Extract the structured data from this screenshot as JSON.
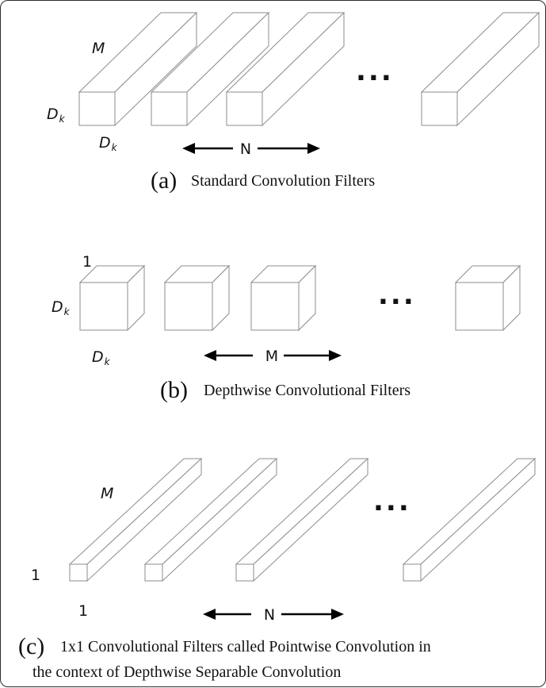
{
  "panels": [
    {
      "tag": "(a)",
      "caption_lines": [
        "Standard Convolution Filters"
      ],
      "depth_label": "M",
      "height_label": "D",
      "height_sub": "k",
      "width_label": "D",
      "width_sub": "k",
      "count_label": "N",
      "ellipsis": "..."
    },
    {
      "tag": "(b)",
      "caption_lines": [
        "Depthwise Convolutional Filters"
      ],
      "depth_label": "1",
      "height_label": "D",
      "height_sub": "k",
      "width_label": "D",
      "width_sub": "k",
      "count_label": "M",
      "ellipsis": "..."
    },
    {
      "tag": "(c)",
      "caption_lines": [
        "1x1 Convolutional Filters called Pointwise Convolution in",
        "the context of Depthwise Separable Convolution"
      ],
      "depth_label": "M",
      "height_label": "1",
      "width_label": "1",
      "count_label": "N",
      "ellipsis": "..."
    }
  ]
}
